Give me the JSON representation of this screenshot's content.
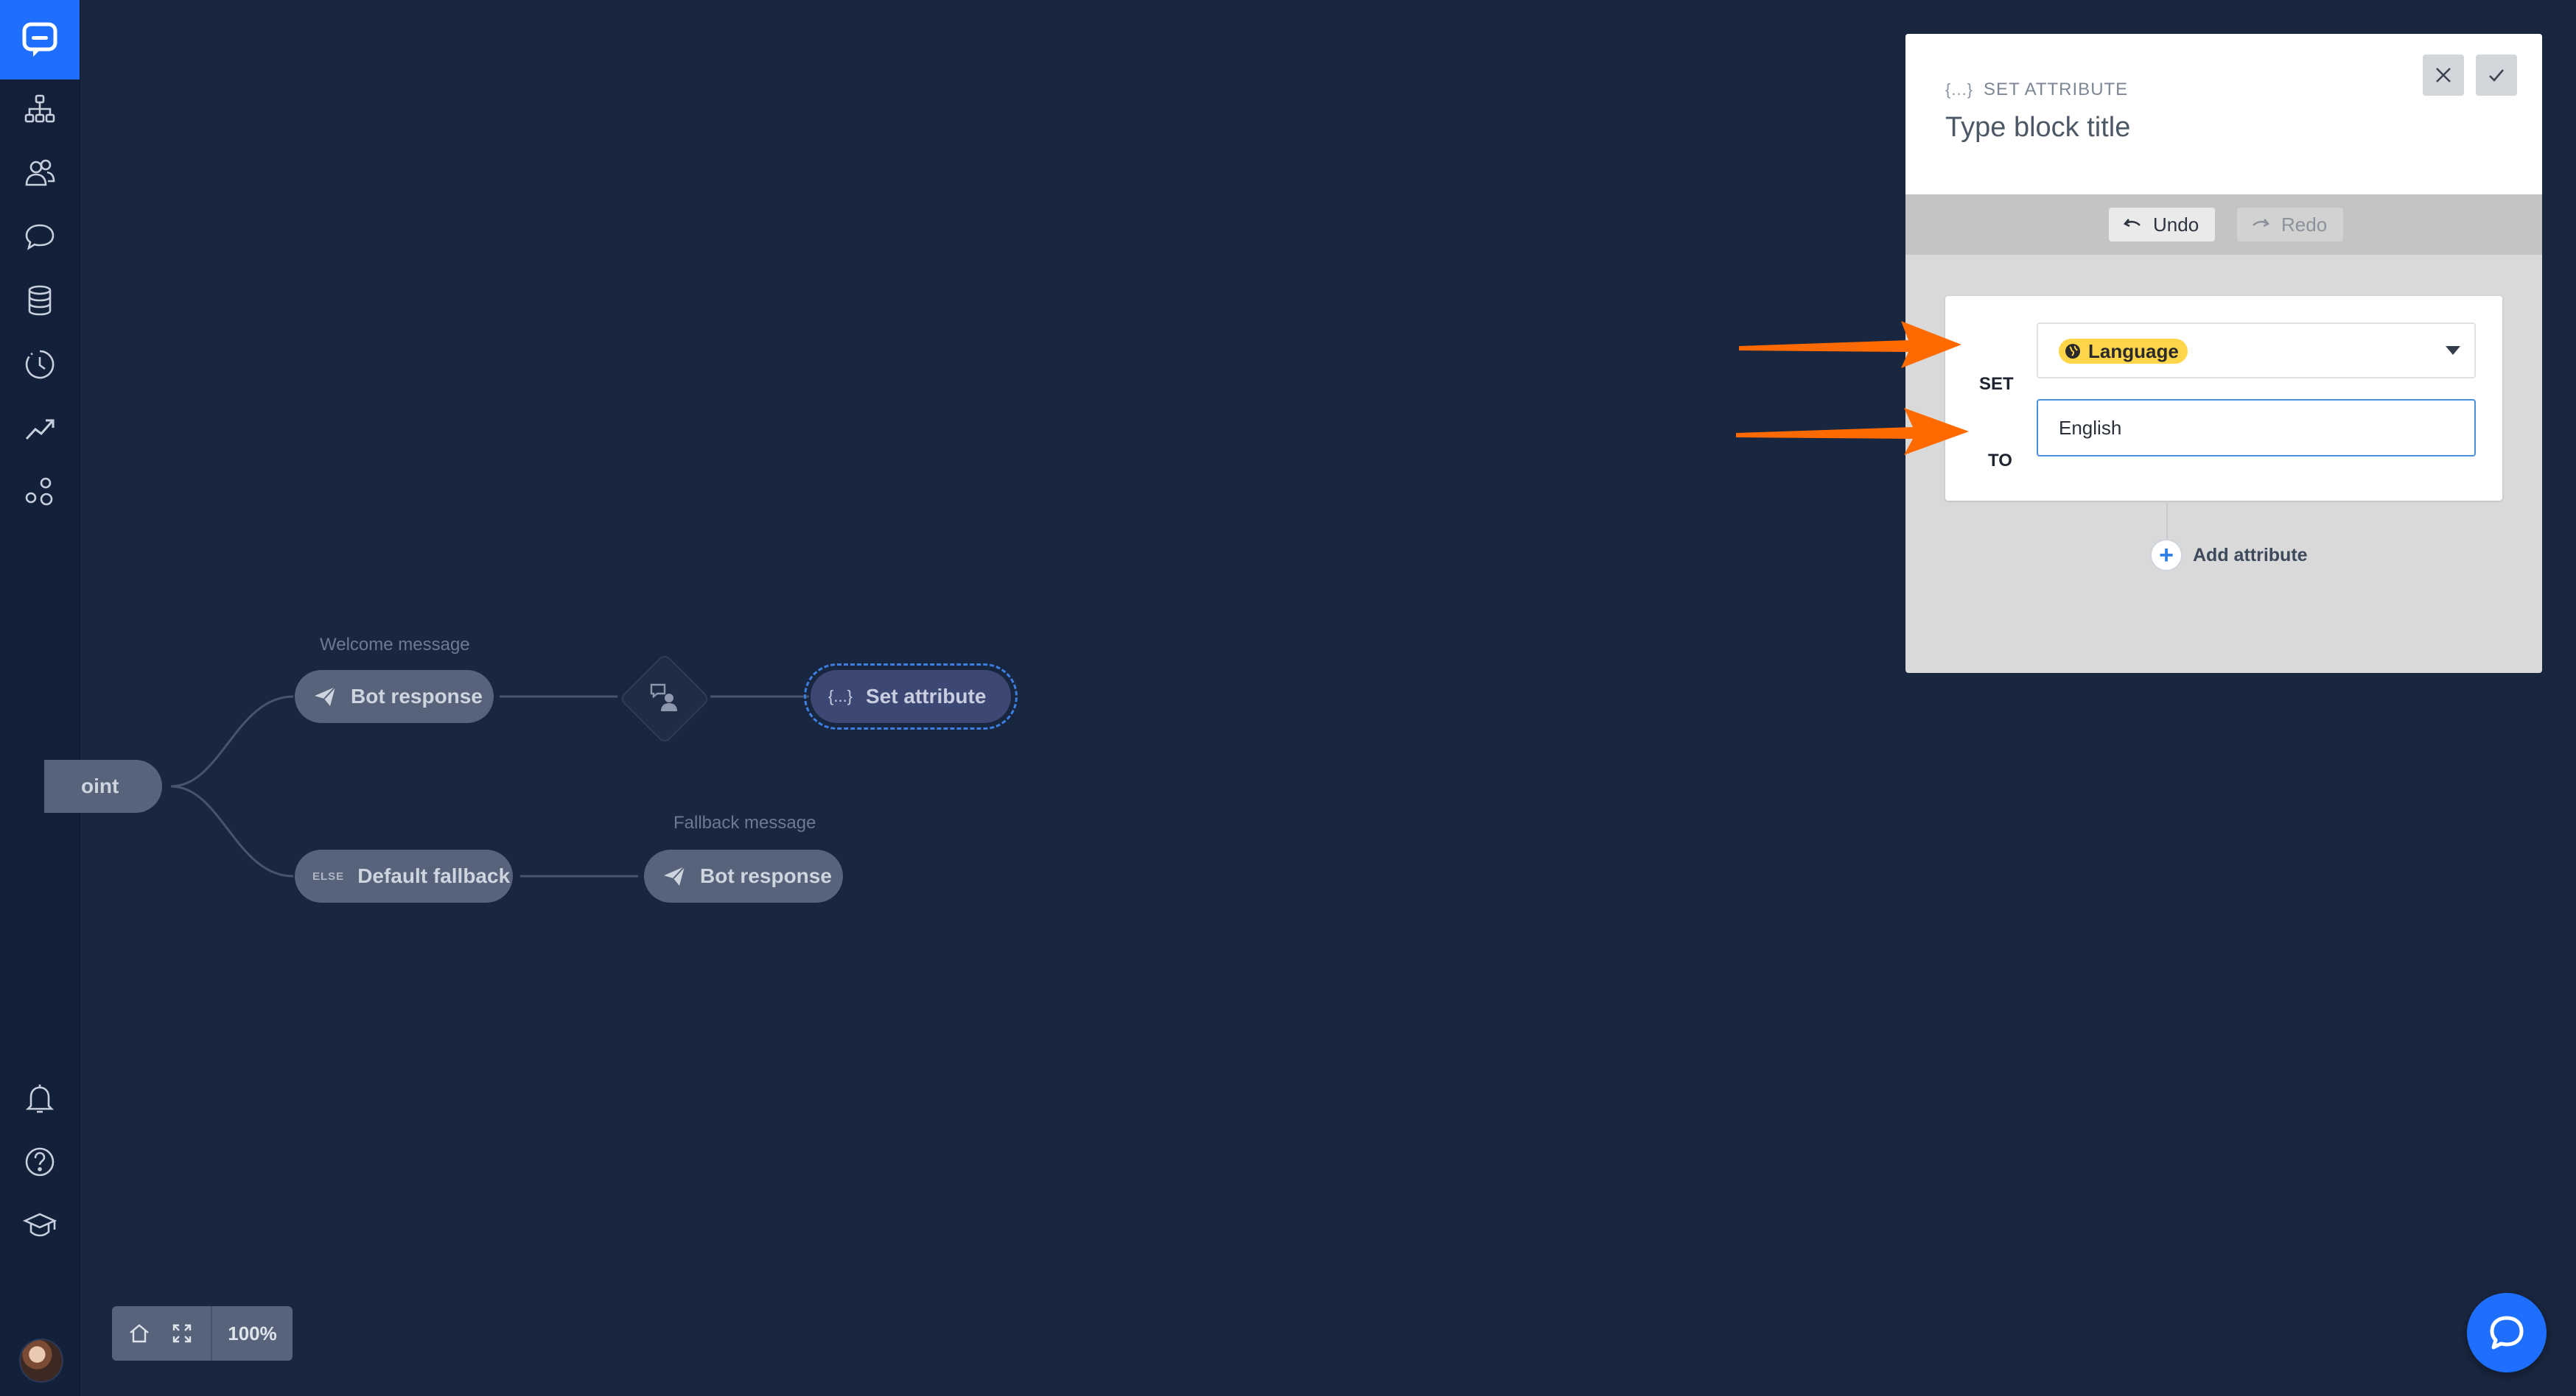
{
  "sidebar": {
    "nav_icons": [
      "chatbot-logo-icon",
      "flows-icon",
      "audience-icon",
      "chats-icon",
      "data-icon",
      "history-icon",
      "reports-icon",
      "integrations-icon",
      "notifications-icon",
      "help-icon",
      "academy-icon"
    ]
  },
  "flow": {
    "entry_node_label": "oint",
    "welcome_caption": "Welcome message",
    "fallback_caption": "Fallback message",
    "bot_response_label_1": "Bot response",
    "bot_response_label_2": "Bot response",
    "set_attribute_label": "Set attribute",
    "set_attribute_glyph": "{...}",
    "default_fallback_label": "Default fallback",
    "else_tag": "ELSE"
  },
  "toolbar": {
    "zoom_level": "100%"
  },
  "panel": {
    "subtitle_glyph": "{...}",
    "subtitle": "SET ATTRIBUTE",
    "title": "Type block title",
    "undo_label": "Undo",
    "redo_label": "Redo",
    "set_label": "SET",
    "to_label": "TO",
    "attribute_value": "Language",
    "to_value": "English",
    "add_attribute_label": "Add attribute"
  },
  "colors": {
    "canvas_bg": "#19263f",
    "accent_blue": "#1f6fff",
    "chip_yellow": "#ffd54a",
    "arrow_orange": "#ff6a00"
  }
}
